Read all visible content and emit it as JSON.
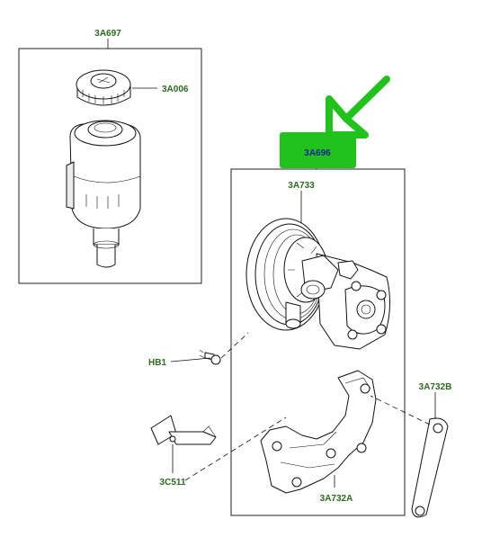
{
  "colors": {
    "label_green": "#2d6a1f",
    "highlight_green": "#21c21c",
    "highlight_text": "#1b1e9c",
    "line": "#111111"
  },
  "labels": {
    "reservoir_assembly": "3A697",
    "reservoir_cap": "3A006",
    "pump_assembly": "3A696",
    "pump": "3A733",
    "bolt": "HB1",
    "bracket_link": "3A732B",
    "clip": "3C511",
    "bracket": "3A732A"
  },
  "highlight": {
    "part": "pump_assembly",
    "pointer": "arrow-pointer-icon"
  }
}
